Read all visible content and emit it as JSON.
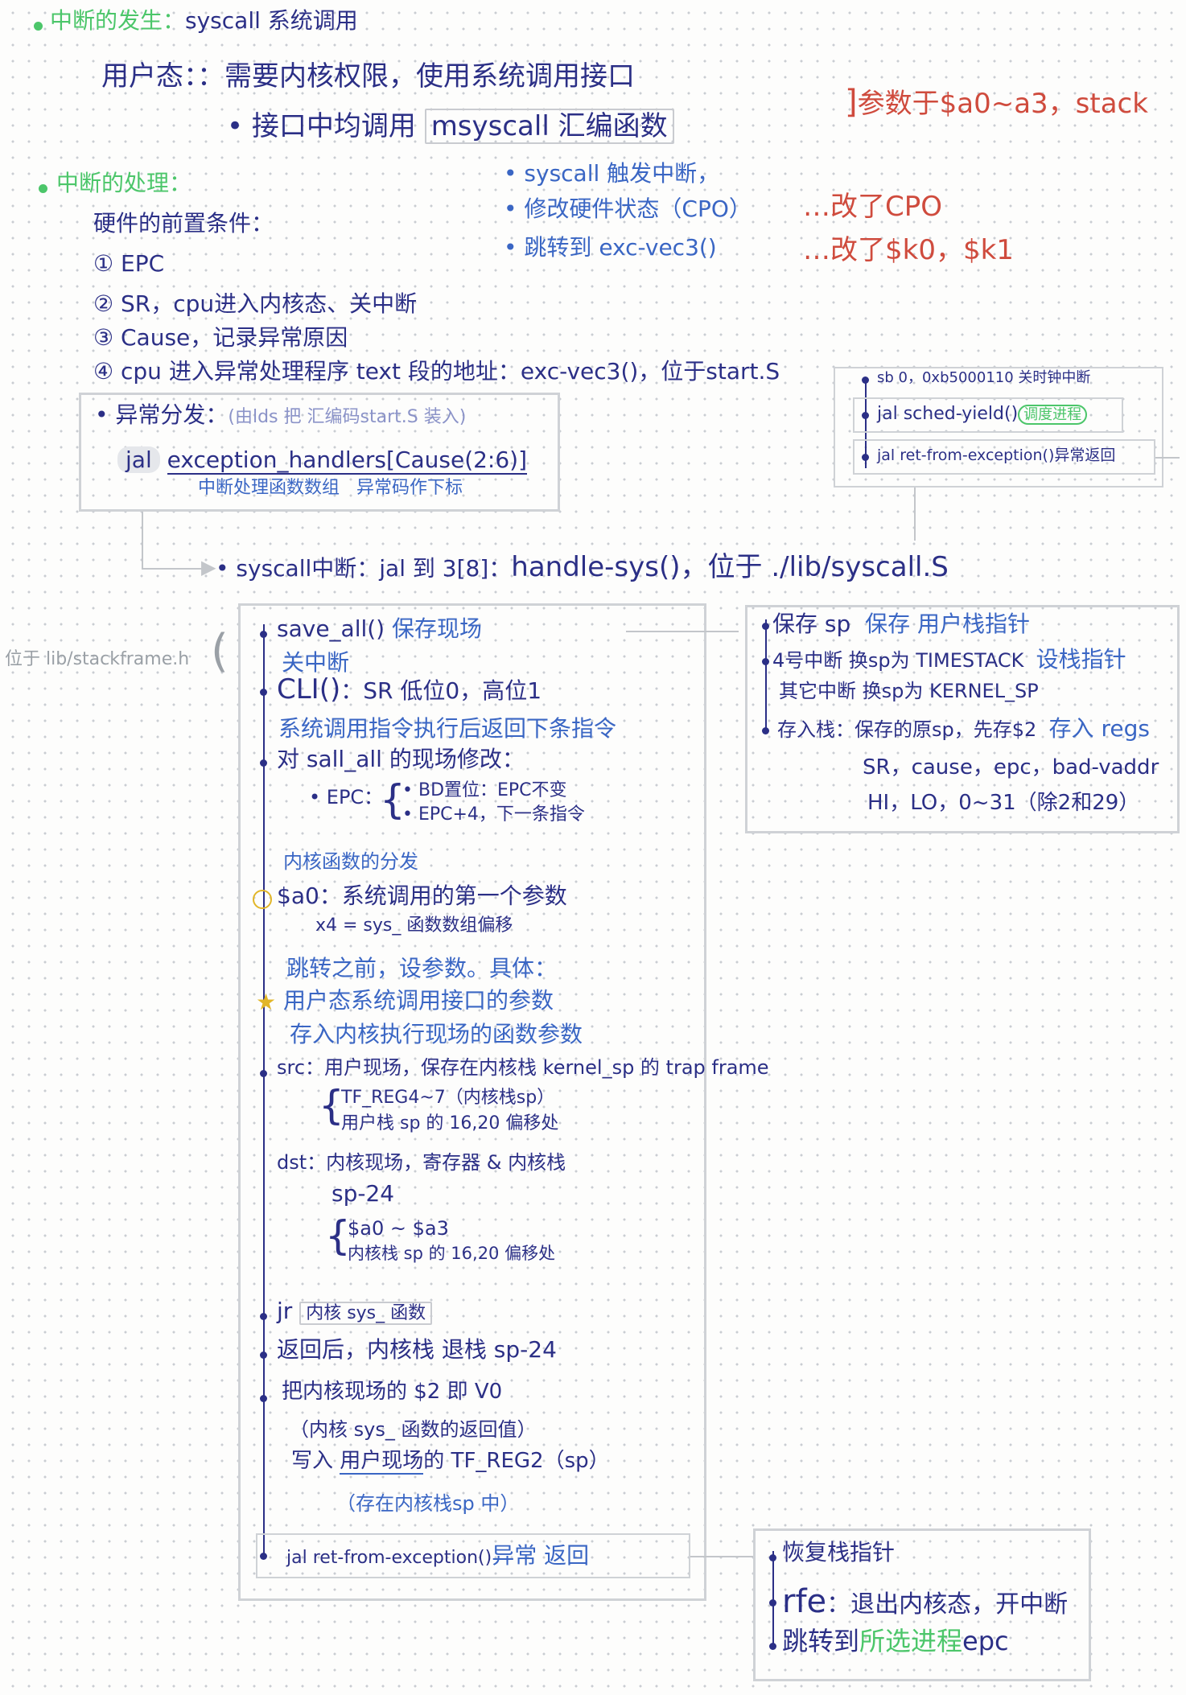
{
  "top": {
    "title_a": "中断的发生：",
    "title_b": "syscall 系统调用",
    "l1": "用户态：：需要内核权限，使用系统调用接口",
    "l2_pre": "• 接口中均调用",
    "l2_box": "msyscall 汇编函数",
    "note_red": "参数于$a0~a3，stack"
  },
  "handle": {
    "title": "中断的处理：",
    "b1": "• syscall 触发中断，",
    "b2": "• 修改硬件状态（CPO）",
    "b2_note": "…改了CPO",
    "b3": "• 跳转到 exc-vec3()",
    "b3_note": "…改了$k0，$k1",
    "pre": "硬件的前置条件：",
    "c1": "① EPC",
    "c2": "② SR，cpu进入内核态、关中断",
    "c3": "③ Cause，记录异常原因",
    "c4": "④ cpu 进入异常处理程序 text 段的地址：exc-vec3()，位于start.S"
  },
  "dispatch": {
    "title": "• 异常分发：",
    "title_note": "(由lds 把 汇编码start.S 装入)",
    "jal": "jal",
    "handlers": "exception_handlers[Cause(2:6)]",
    "sub_a": "中断处理函数数组",
    "sub_b": "异常码作下标"
  },
  "timer_box": {
    "r1": "sb  0，0xb5000110 关时钟中断",
    "r2a": "jal  sched-yield()",
    "r2b": "调度进程",
    "r3": "jal  ret-from-exception()异常返回"
  },
  "syscall_line": {
    "a": "• syscall中断：jal 到 3[8]：",
    "b": "handle-sys()，位于 ./lib/syscall.S"
  },
  "side_note": "位于 lib/stackframe.h",
  "main": {
    "s1a": "save_all()",
    "s1b": "保存现场",
    "s2a": "关中断",
    "s2b": "CLI()",
    "s2c": "：SR 低位0，高位1",
    "s3a": "系统调用指令执行后返回下条指令",
    "s3b": "对 sall_all 的现场修改：",
    "s3c": "• EPC：",
    "s3d": "• BD置位：EPC不变",
    "s3e": "• EPC+4，下一条指令",
    "s4a": "内核函数的分发",
    "s4b": "$a0：系统调用的第一个参数",
    "s4c": "x4 = sys_ 函数数组偏移",
    "s5a": "跳转之前，设参数。具体：",
    "s5b": "用户态系统调用接口的参数",
    "s5c": "存入内核执行现场的函数参数",
    "s6a": "src：用户现场，保存在内核栈 kernel_sp 的 trap frame",
    "s6b": "TF_REG4~7（内核栈sp）",
    "s6c": "用户栈 sp 的 16,20 偏移处",
    "s7a": "dst：内核现场，寄存器 & 内核栈",
    "s7b": "sp-24",
    "s7c": "$a0 ~ $a3",
    "s7d": "内核栈 sp 的 16,20 偏移处",
    "s8a": "jr",
    "s8b": "内核 sys_ 函数",
    "s9": "返回后，内核栈 退栈 sp-24",
    "s10a": "把内核现场的 $2 即 V0",
    "s10b": "（内核 sys_ 函数的返回值）",
    "s10c": "写入",
    "s10d": "用户现场",
    "s10e": "的 TF_REG2（sp）",
    "s10f": "（存在内核栈sp 中）",
    "s11a": "jal   ret-from-exception()",
    "s11b": "异常 返回"
  },
  "save_box": {
    "r1a": "保存 sp",
    "r1b": "保存 用户栈指针",
    "r2a": "4号中断 换sp为 TIMESTACK",
    "r2b": "设栈指针",
    "r3": "其它中断 换sp为 KERNEL_SP",
    "r4a": "存入栈：保存的原sp，先存$2",
    "r4b": "存入 regs",
    "r5": "SR，cause，epc，bad-vaddr",
    "r6": "HI，LO，0~31（除2和29）"
  },
  "ret_box": {
    "r1": "恢复栈指针",
    "r2a": "rfe",
    "r2b": "：退出内核态，开中断",
    "r3a": "跳转到",
    "r3b": "所选进程",
    "r3c": "epc"
  }
}
